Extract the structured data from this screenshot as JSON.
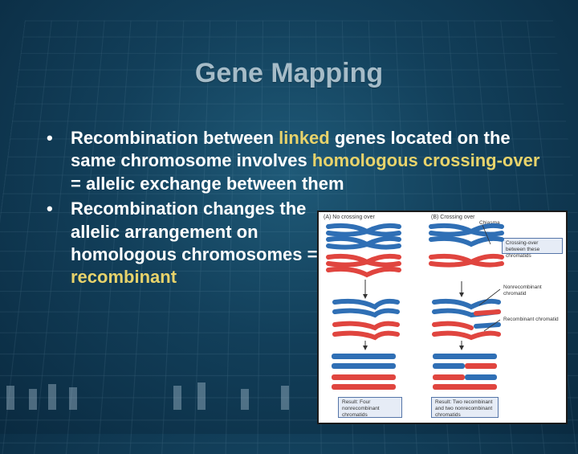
{
  "slide": {
    "title": "Gene Mapping",
    "bullet_char": "•",
    "bullet1": {
      "p1": "Recombination between ",
      "h1": "linked",
      "p2": " genes located on the same chromosome involves ",
      "h2": "homologous crossing-over",
      "p3": "  = allelic exchange between them"
    },
    "bullet2": {
      "p1": "Recombination changes the allelic arrangement on homologous chromosomes = ",
      "h1": "recombinant"
    }
  },
  "figure": {
    "panel_a": "(A)  No crossing over",
    "panel_b": "(B)  Crossing over",
    "label_chiasma": "Chiasma",
    "label_crossing": "Crossing-over between these chromatids",
    "label_nonrecombinant": "Nonrecombinant chromatid",
    "label_recombinant": "Recombinant chromatid",
    "result_a": "Result: Four nonrecombinant chromatids",
    "result_b": "Result: Two recombinant and two nonrecombinant chromatids"
  },
  "colors": {
    "blue_chromosome": "#2f6fb5",
    "red_chromosome": "#e0453f",
    "highlight": "#e8d36b",
    "title": "#a6bcc8"
  }
}
